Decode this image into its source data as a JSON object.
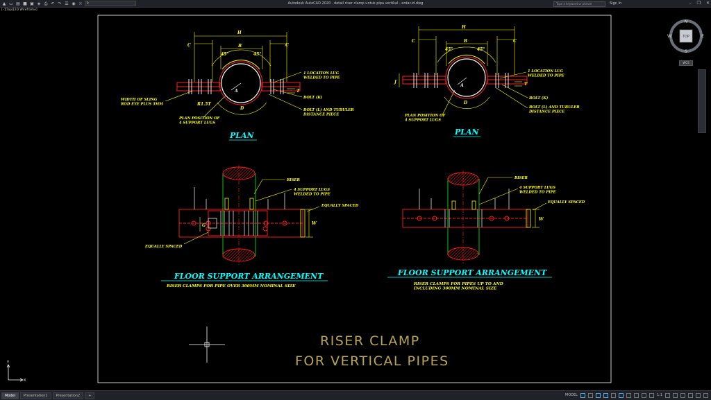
{
  "app": {
    "title": "Autodesk AutoCAD 2020 · detail riser clamp untuk pipa vertikal - erdar.id.dwg"
  },
  "toolbar": {
    "layer_value": "0"
  },
  "search": {
    "placeholder": "Type a keyword or phrase"
  },
  "user": {
    "sign_in_label": "Sign In"
  },
  "viewport": {
    "label": "[–][Top][2D Wireframe]"
  },
  "viewcube": {
    "face": "TOP",
    "north": "N",
    "south": "S",
    "east": "E",
    "west": "W",
    "ucs": "WCS"
  },
  "drawing": {
    "title_line1": "RISER CLAMP",
    "title_line2": "FOR VERTICAL PIPES",
    "left": {
      "dim_h": "H",
      "dim_b": "B",
      "dim_c1": "C",
      "dim_c2": "C",
      "angle1": "45°",
      "angle2": "45°",
      "dim_a": "A",
      "dim_t": "T",
      "dim_d": "D",
      "r_label": "R1.5T",
      "note_lug": "1 LOCATION LUG\nWELDED TO PIPE",
      "note_bolt_k": "BOLT (K)",
      "note_bolt_l": "BOLT (L) AND TUBULER\nDISTANCE PIECE",
      "note_sling": "WIDTH OF SLING\nROD EYE PLUS 3MM",
      "note_plan_pos": "PLAN POSITION OF\n4 SUPPORT LUGS",
      "plan_label": "PLAN",
      "note_riser": "RISER",
      "note_support": "4 SUPPORT LUGS\nWELDED TO PIPE",
      "note_eq_top": "EQUALLY SPACED",
      "note_eq_left": "EQUALLY SPACED",
      "dim_w": "W",
      "dim_g": "G",
      "arrangement_title": "FLOOR SUPPORT ARRANGEMENT",
      "arrangement_sub": "RISER CLAMPS FOR PIPE OVER 300MM NOMINAL SIZE"
    },
    "right": {
      "dim_h": "H",
      "dim_b": "B",
      "dim_c1": "C",
      "dim_c2": "C",
      "angle1": "45°",
      "angle2": "45°",
      "dim_a": "A",
      "dim_t": "T",
      "dim_d": "D",
      "dim_j": "J",
      "note_lug": "1 LOCATION LUG\nWELDED TO PIPE",
      "note_bolt_k": "BOLT (K)",
      "note_bolt_l": "BOLT (L) AND TUBULER\nDISTANCE PIECE",
      "note_plan_pos": "PLAN POSITION OF\n4 SUPPORT LUGS",
      "plan_label": "PLAN",
      "note_riser": "RISER",
      "note_support": "4 SUPPORT LUGS\nWELDED TO PIPE",
      "note_eq": "EQUALLY SPACED",
      "dim_w": "W",
      "arrangement_title": "FLOOR SUPPORT ARRANGEMENT",
      "arrangement_sub": "RISER CLAMPS FOR PIPES UP TO AND\nINCLUDING 300MM NOMINAL SIZE"
    }
  },
  "tabs": [
    {
      "label": "Model"
    },
    {
      "label": "Presentation1"
    },
    {
      "label": "Presentation2"
    },
    {
      "label": "+"
    }
  ],
  "status": {
    "model_label": "MODEL",
    "scale": "1:1"
  },
  "colors": {
    "yellow": "#ffff00",
    "red": "#ff2020",
    "cyan": "#00ffff",
    "green": "#00c800",
    "white": "#ffffff",
    "tan": "#b7a65a",
    "background": "#000000"
  }
}
